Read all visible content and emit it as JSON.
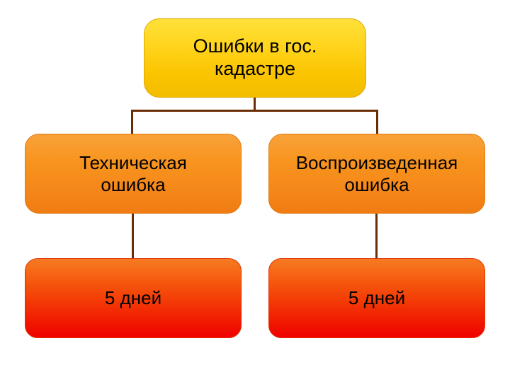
{
  "diagram": {
    "title_node": {
      "id": "root",
      "label": "Ошибки в гос.\nкадастре",
      "color": "#ffd31a"
    },
    "branches": [
      {
        "id": "technical-error",
        "label": "Техническая\nошибка",
        "color": "#f7941e",
        "leaf": {
          "id": "technical-error-term",
          "label": "5 дней",
          "color": "#f33505"
        }
      },
      {
        "id": "reproduced-error",
        "label": "Воспроизведенная\nошибка",
        "color": "#f7941e",
        "leaf": {
          "id": "reproduced-error-term",
          "label": "5 дней",
          "color": "#f33505"
        }
      }
    ],
    "connector_color": "#6b2d06"
  }
}
